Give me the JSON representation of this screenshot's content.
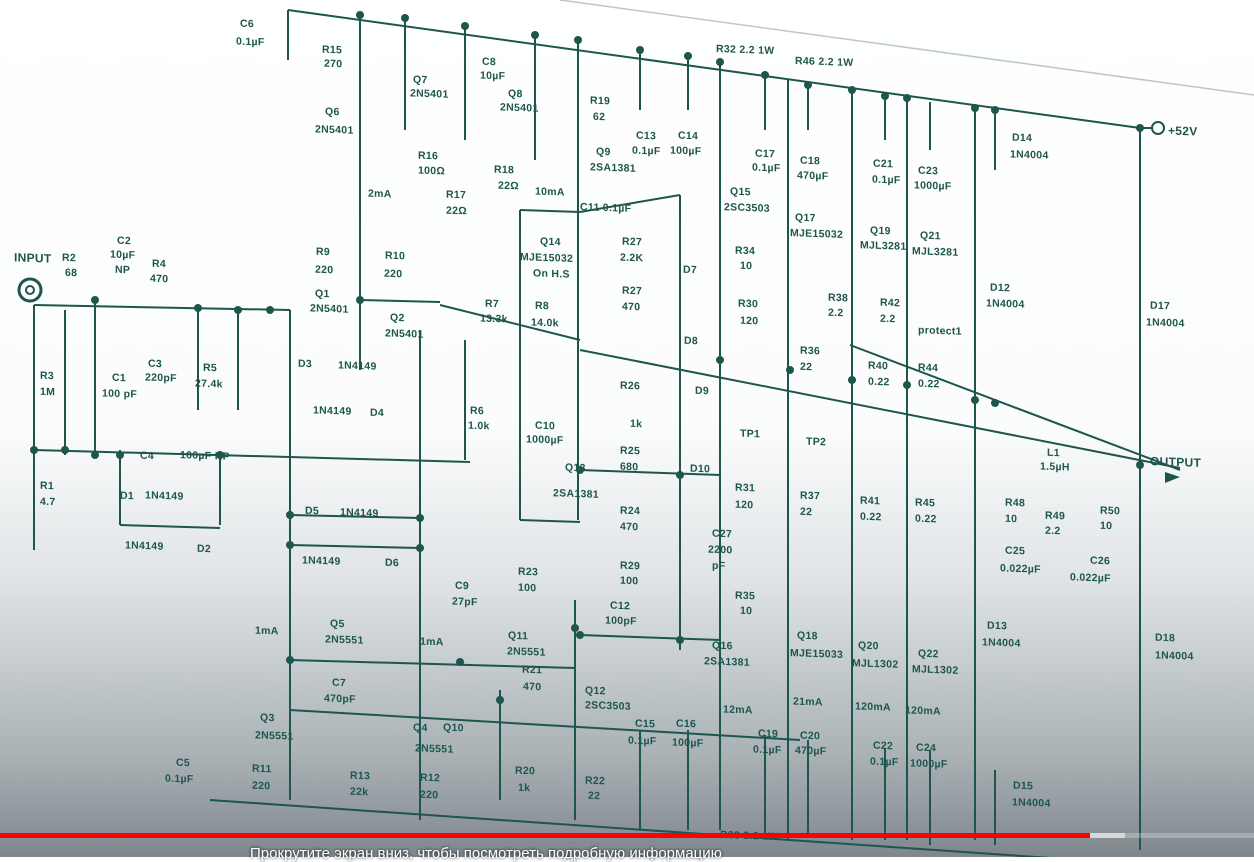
{
  "schematic": {
    "labels": [
      "C6",
      "0.1µF",
      "R15",
      "270",
      "Q7",
      "2N5401",
      "Q6",
      "2N5401",
      "C8",
      "10µF",
      "Q8",
      "2N5401",
      "R19",
      "62",
      "R16",
      "100Ω",
      "R18",
      "22Ω",
      "R17",
      "22Ω",
      "Q9",
      "2SA1381",
      "2mA",
      "10mA",
      "C13",
      "0.1µF",
      "C14",
      "100µF",
      "R32 2.2 1W",
      "R46 2.2 1W",
      "C17",
      "0.1µF",
      "C18",
      "470µF",
      "C21",
      "0.1µF",
      "C23",
      "1000µF",
      "D14",
      "1N4004",
      "+52V",
      "Q15",
      "2SC3503",
      "C11 0.1µF",
      "Q14",
      "MJE15032",
      "On H.S",
      "R27",
      "2.2K",
      "R27",
      "470",
      "D7",
      "Q17",
      "MJE15032",
      "R34",
      "10",
      "Q19",
      "MJL3281",
      "Q21",
      "MJL3281",
      "R38",
      "2.2",
      "R42",
      "2.2",
      "protect1",
      "D12",
      "1N4004",
      "D17",
      "1N4004",
      "R30",
      "120",
      "D8",
      "R7",
      "13.3k",
      "R8",
      "14.0k",
      "R9",
      "220",
      "R10",
      "220",
      "Q1",
      "2N5401",
      "Q2",
      "2N5401",
      "INPUT",
      "R2",
      "68",
      "C2",
      "10µF",
      "NP",
      "R4",
      "470",
      "C3",
      "220pF",
      "R5",
      "27.4k",
      "C1",
      "100 pF",
      "R3",
      "1M",
      "D3",
      "1N4149",
      "1N4149",
      "D4",
      "R6",
      "1.0k",
      "C10",
      "1000µF",
      "R26",
      "1k",
      "D9",
      "D10",
      "TP1",
      "TP2",
      "R25",
      "680",
      "Q13",
      "2SA1381",
      "R24",
      "470",
      "R31",
      "120",
      "R37",
      "22",
      "R41",
      "0.22",
      "R45",
      "0.22",
      "R36",
      "22",
      "R40",
      "0.22",
      "R44",
      "0.22",
      "L1",
      "1.5µH",
      "OUTPUT",
      "R48",
      "10",
      "R49",
      "2.2",
      "R50",
      "10",
      "C25",
      "0.022µF",
      "C26",
      "0.022µF",
      "C27",
      "2200",
      "pF",
      "R35",
      "10",
      "Q16",
      "2SA1381",
      "Q18",
      "MJE15033",
      "Q20",
      "MJL1302",
      "Q22",
      "MJL1302",
      "D13",
      "1N4004",
      "D18",
      "1N4004",
      "12mA",
      "21mA",
      "120mA",
      "120mA",
      "C15",
      "0.1µF",
      "C16",
      "100µF",
      "C19",
      "0.1µF",
      "C20",
      "470µF",
      "C22",
      "0.1µF",
      "C24",
      "1000µF",
      "D15",
      "1N4004",
      "R29",
      "100",
      "C12",
      "100pF",
      "C4",
      "100µF NP",
      "D1",
      "1N4149",
      "1N4149",
      "D2",
      "R1",
      "4.7",
      "D5",
      "1N4149",
      "1N4149",
      "D6",
      "C9",
      "27pF",
      "R23",
      "100",
      "Q5",
      "2N5551",
      "1mA",
      "1mA",
      "Q11",
      "2N5551",
      "R21",
      "470",
      "C7",
      "470pF",
      "Q12",
      "2SC3503",
      "Q3",
      "2N5551",
      "Q4",
      "Q10",
      "2N5551",
      "C5",
      "0.1µF",
      "R11",
      "220",
      "R13",
      "22k",
      "R12",
      "220",
      "R20",
      "1k",
      "R22",
      "22",
      "R33 2.2 1W"
    ]
  },
  "player": {
    "progress_percent": 86.9,
    "buffered_percent": 89.7,
    "caption": "Прокрутите экран вниз, чтобы посмотреть подробную информацию",
    "progress_color": "#ff0000"
  },
  "colors": {
    "ink": "#1d564c"
  }
}
